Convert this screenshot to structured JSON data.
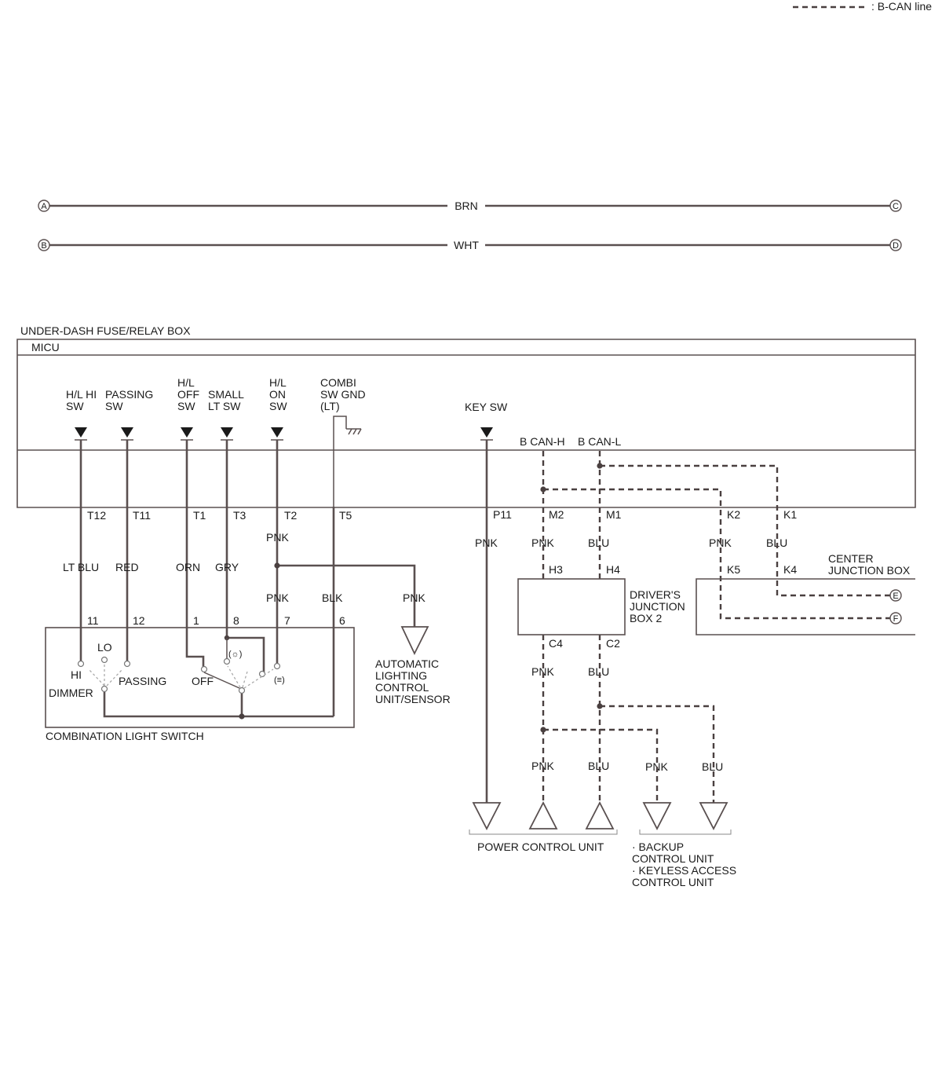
{
  "legend": {
    "can_line": ": B-CAN line"
  },
  "connectors": {
    "a": "A",
    "b": "B",
    "c": "C",
    "d": "D",
    "e": "E",
    "f": "F",
    "brn": "BRN",
    "wht": "WHT"
  },
  "fuse_box": {
    "title": "UNDER-DASH FUSE/RELAY BOX",
    "micu": "MICU"
  },
  "micu_inputs": {
    "hl_hi_1": "H/L HI",
    "hl_hi_2": "SW",
    "passing_1": "PASSING",
    "passing_2": "SW",
    "hl_off_1": "H/L",
    "hl_off_2": "OFF",
    "hl_off_3": "SW",
    "small_1": "SMALL",
    "small_2": "LT SW",
    "hl_on_1": "H/L",
    "hl_on_2": "ON",
    "hl_on_3": "SW",
    "combi_1": "COMBI",
    "combi_2": "SW GND",
    "combi_3": "(LT)",
    "key_sw": "KEY SW",
    "bcan_h": "B CAN-H",
    "bcan_l": "B CAN-L"
  },
  "terminals": {
    "t12": "T12",
    "t11": "T11",
    "t1": "T1",
    "t3": "T3",
    "t2": "T2",
    "t5": "T5",
    "p11": "P11",
    "m2": "M2",
    "m1": "M1",
    "k2": "K2",
    "k1": "K1"
  },
  "wire_colors": {
    "lt_blu": "LT BLU",
    "red": "RED",
    "orn": "ORN",
    "gry": "GRY",
    "pnk_t2": "PNK",
    "pnk_7": "PNK",
    "blk": "BLK",
    "pnk_auto": "PNK",
    "pnk_p11": "PNK",
    "pnk_m2": "PNK",
    "blu_m1": "BLU",
    "pnk_k2": "PNK",
    "blu_k1": "BLU",
    "pnk_c4": "PNK",
    "blu_c2": "BLU",
    "pnk_pcu_h": "PNK",
    "blu_pcu_l": "BLU",
    "pnk_backup": "PNK",
    "blu_backup": "BLU"
  },
  "switch": {
    "pin_11": "11",
    "pin_12": "12",
    "pin_1": "1",
    "pin_8": "8",
    "pin_7": "7",
    "pin_6": "6",
    "lo": "LO",
    "hi": "HI",
    "dimmer": "DIMMER",
    "passing": "PASSING",
    "off": "OFF",
    "title": "COMBINATION LIGHT SWITCH"
  },
  "auto_light": {
    "l1": "AUTOMATIC",
    "l2": "LIGHTING",
    "l3": "CONTROL",
    "l4": "UNIT/SENSOR"
  },
  "driver_jb": {
    "h3": "H3",
    "h4": "H4",
    "c4": "C4",
    "c2": "C2",
    "l1": "DRIVER'S",
    "l2": "JUNCTION",
    "l3": "BOX 2"
  },
  "center_jb": {
    "k5": "K5",
    "k4": "K4",
    "l1": "CENTER",
    "l2": "JUNCTION BOX"
  },
  "pcu": {
    "label": "POWER CONTROL UNIT"
  },
  "backup": {
    "l1": "· BACKUP",
    "l2": "CONTROL UNIT",
    "l3": "· KEYLESS ACCESS",
    "l4": "CONTROL UNIT"
  }
}
